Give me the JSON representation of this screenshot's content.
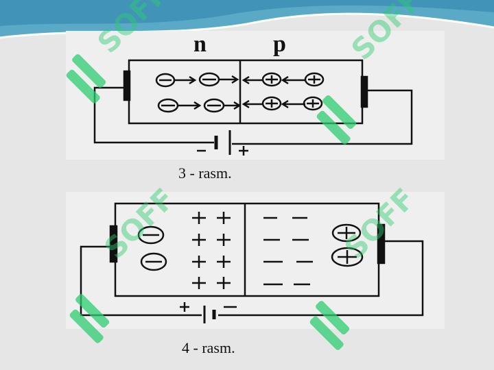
{
  "diagram1": {
    "n_label": "n",
    "p_label": "p",
    "caption": "3 - rasm.",
    "battery_left_sign": "−",
    "battery_right_sign": "+"
  },
  "diagram2": {
    "caption": "4 - rasm.",
    "battery_left_sign": "+",
    "battery_right_sign": "−"
  },
  "watermark": {
    "text": "SOFF",
    "color": "#2ecc71"
  },
  "colors": {
    "background": "#e6e6e6",
    "ink": "#111111",
    "header_wave": "#5aa9c7"
  }
}
